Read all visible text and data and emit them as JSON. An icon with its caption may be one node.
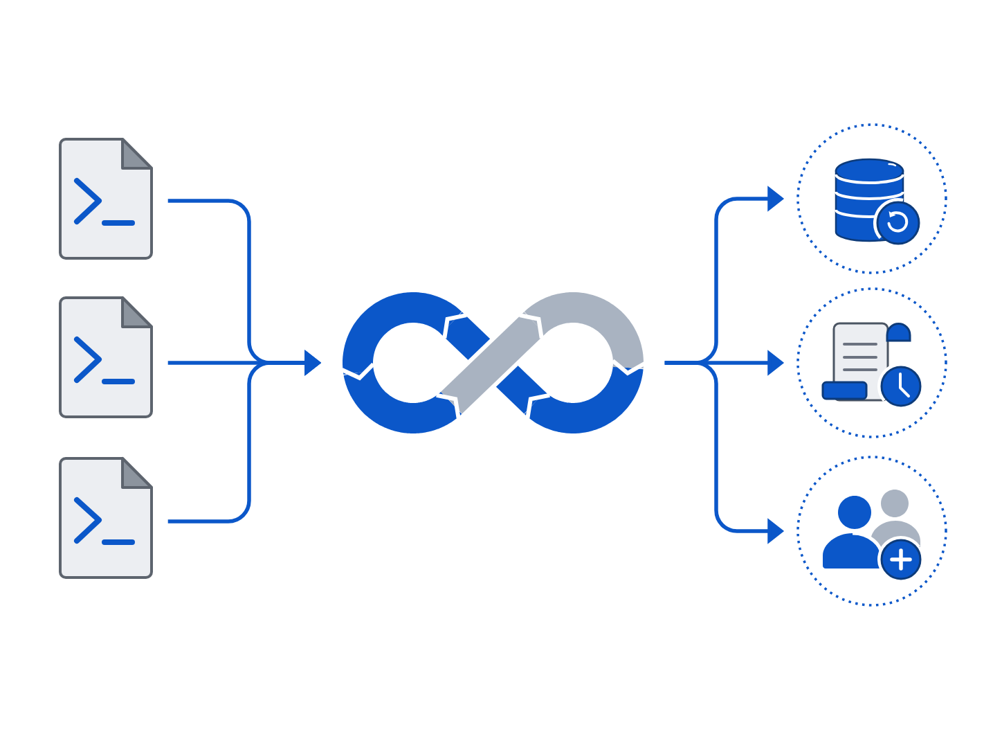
{
  "diagram": {
    "nodes": [
      {
        "text": [],
        "shape": "picture"
      },
      {
        "text": [],
        "shape": "picture"
      },
      {
        "text": [],
        "shape": "picture"
      },
      {
        "text": [],
        "shape": "picture"
      },
      {
        "text": [],
        "shape": "circle"
      },
      {
        "text": [],
        "shape": "circle"
      },
      {
        "text": [],
        "shape": "circle"
      }
    ],
    "edges": [
      {
        "from": 0,
        "to": 3,
        "arrow": "to"
      },
      {
        "from": 1,
        "to": 3,
        "arrow": "to"
      },
      {
        "from": 2,
        "to": 3,
        "arrow": "to"
      },
      {
        "from": 3,
        "to": 4,
        "arrow": "to"
      },
      {
        "from": 3,
        "to": 5,
        "arrow": "to"
      },
      {
        "from": 3,
        "to": 6,
        "arrow": "to"
      }
    ]
  }
}
